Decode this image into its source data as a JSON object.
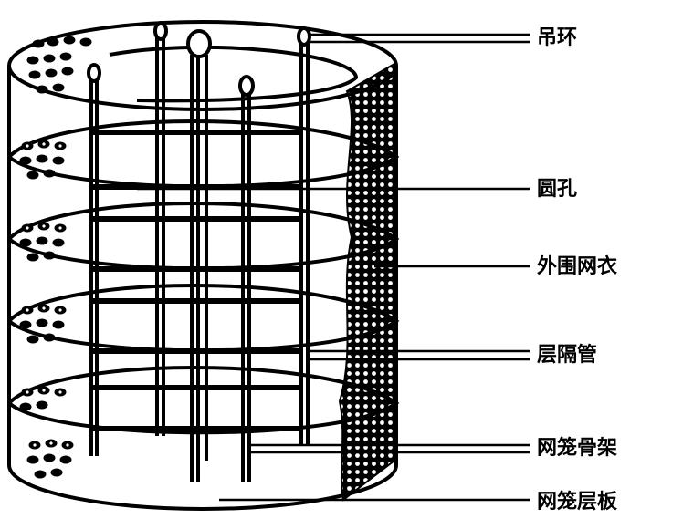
{
  "labels": {
    "hanging_ring": "吊环",
    "round_hole": "圆孔",
    "outer_net": "外围网衣",
    "layer_tube": "层隔管",
    "cage_frame": "网笼骨架",
    "cage_layer_board": "网笼层板"
  },
  "colors": {
    "ink": "#000000",
    "paper": "#ffffff"
  }
}
